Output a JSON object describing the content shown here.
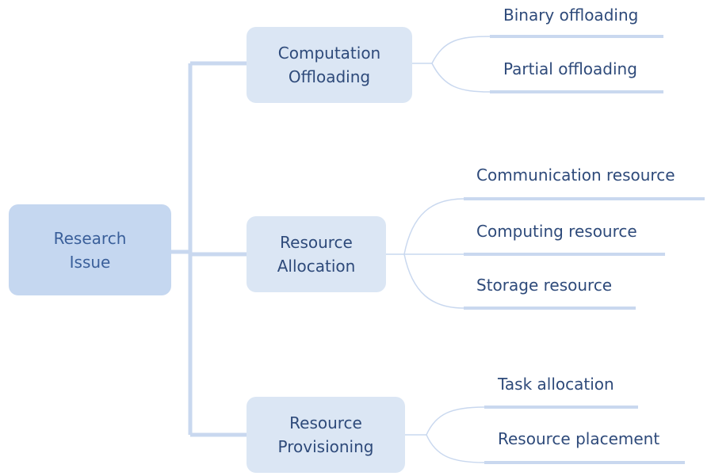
{
  "root": {
    "line1": "Research",
    "line2": "Issue"
  },
  "branches": [
    {
      "line1": "Computation",
      "line2": "Offloading",
      "leaves": [
        "Binary offloading",
        "Partial offloading"
      ]
    },
    {
      "line1": "Resource",
      "line2": "Allocation",
      "leaves": [
        "Communication resource",
        "Computing resource",
        "Storage resource"
      ]
    },
    {
      "line1": "Resource",
      "line2": "Provisioning",
      "leaves": [
        "Task allocation",
        "Resource placement"
      ]
    }
  ],
  "colors": {
    "root_fill": "#c5d7f0",
    "node_fill": "#dbe6f4",
    "connector": "#c9d8ef",
    "text": "#2e4a7a"
  }
}
